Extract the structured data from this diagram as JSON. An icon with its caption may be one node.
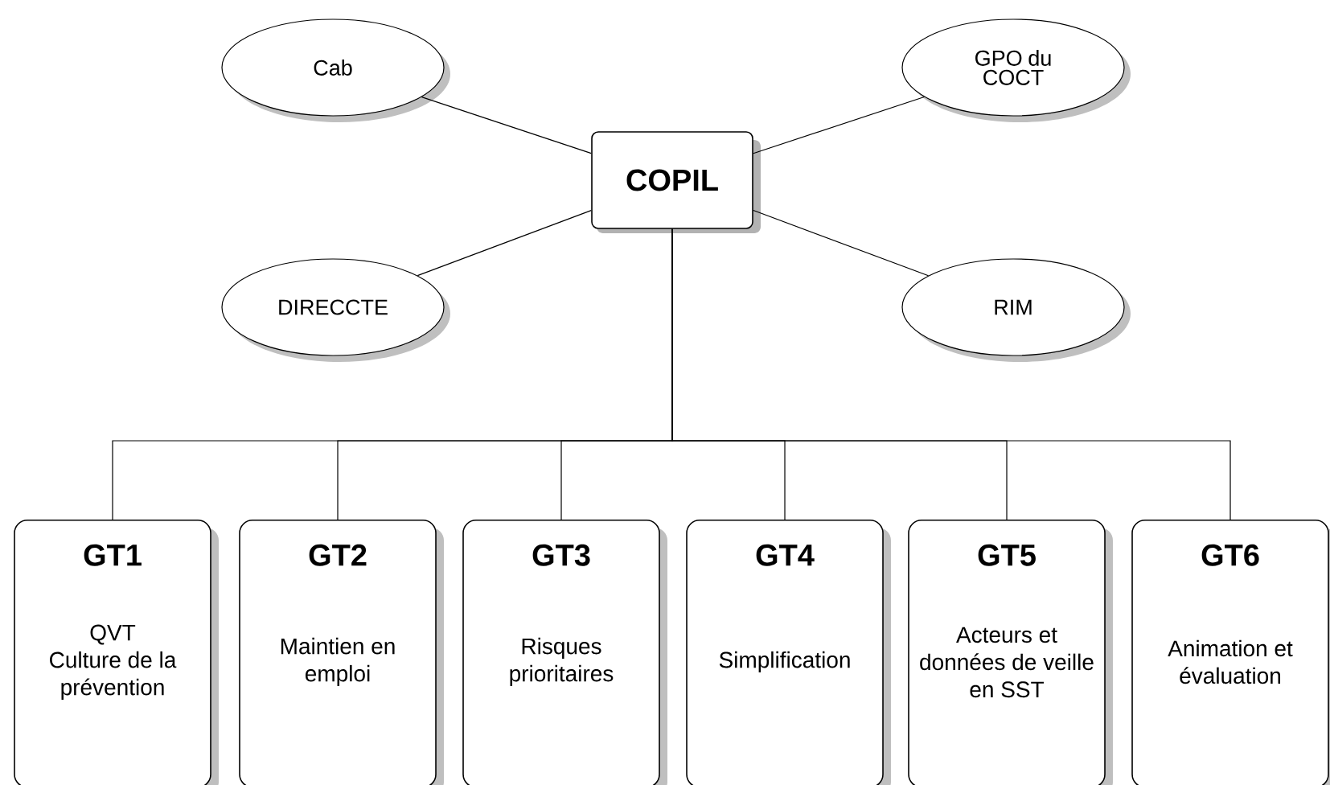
{
  "diagram": {
    "nodes": [
      {
        "text": [
          "COPIL"
        ]
      },
      {
        "text": [
          "Cab"
        ]
      },
      {
        "text": [
          "GPO du COCT"
        ]
      },
      {
        "text": [
          "DIRECCTE"
        ]
      },
      {
        "text": [
          "RIM"
        ]
      },
      {
        "text": [
          "GT1",
          "QVT",
          "Culture de la prévention"
        ]
      },
      {
        "text": [
          "GT2",
          "Maintien en emploi"
        ]
      },
      {
        "text": [
          "GT3",
          "Risques prioritaires"
        ]
      },
      {
        "text": [
          "GT4",
          "Simplification"
        ]
      },
      {
        "text": [
          "GT5",
          "Acteurs et données de veille en SST"
        ]
      },
      {
        "text": [
          "GT6",
          "Animation et évaluation"
        ]
      }
    ],
    "edges": [
      {
        "from": 0,
        "to": 1,
        "arrow": "none"
      },
      {
        "from": 0,
        "to": 2,
        "arrow": "none"
      },
      {
        "from": 0,
        "to": 3,
        "arrow": "none"
      },
      {
        "from": 0,
        "to": 4,
        "arrow": "none"
      },
      {
        "from": 0,
        "to": 5,
        "arrow": "none"
      },
      {
        "from": 0,
        "to": 6,
        "arrow": "none"
      },
      {
        "from": 0,
        "to": 7,
        "arrow": "none"
      },
      {
        "from": 0,
        "to": 8,
        "arrow": "none"
      },
      {
        "from": 0,
        "to": 9,
        "arrow": "none"
      },
      {
        "from": 0,
        "to": 10,
        "arrow": "none"
      }
    ]
  }
}
